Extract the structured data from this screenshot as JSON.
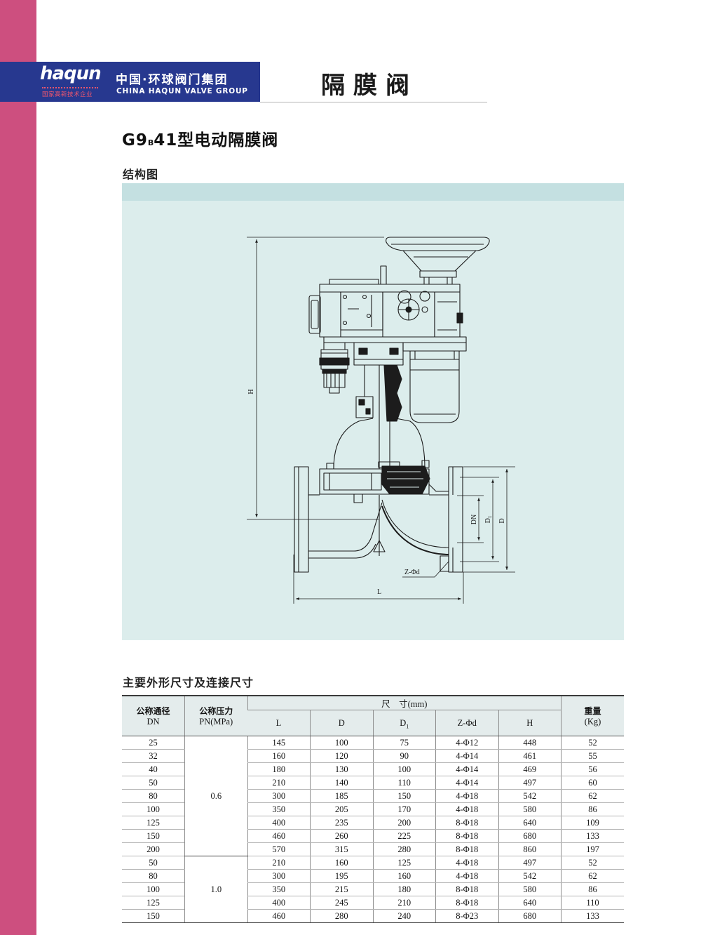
{
  "header": {
    "logo_text": "haqun",
    "logo_tagline": "国家高新技术企业",
    "company_cn": "中国·环球阀门集团",
    "company_en": "CHINA HAQUN VALVE GROUP",
    "page_title": "隔膜阀"
  },
  "product": {
    "model_prefix": "G9",
    "model_sub": "B",
    "model_suffix": "41型电动隔膜阀"
  },
  "drawing": {
    "section_title": "结构图",
    "labels": {
      "H": "H",
      "DN": "DN",
      "D1_main": "D",
      "D1_sub": "1",
      "D": "D",
      "Zd": "Z-Φd",
      "L": "L"
    }
  },
  "table": {
    "section_title": "主要外形尺寸及连接尺寸",
    "headers": {
      "dn_cn": "公称通径",
      "dn_en": "DN",
      "pn_cn": "公称压力",
      "pn_en": "PN(MPa)",
      "dims": "尺　寸(mm)",
      "L": "L",
      "D": "D",
      "D1_main": "D",
      "D1_sub": "1",
      "Zd": "Z-Φd",
      "H": "H",
      "weight_cn": "重量",
      "weight_en": "(Kg)"
    },
    "groups": [
      {
        "pn": "0.6",
        "rows": [
          {
            "dn": "25",
            "L": "145",
            "D": "100",
            "D1": "75",
            "Zd": "4-Φ12",
            "H": "448",
            "weight": "52"
          },
          {
            "dn": "32",
            "L": "160",
            "D": "120",
            "D1": "90",
            "Zd": "4-Φ14",
            "H": "461",
            "weight": "55"
          },
          {
            "dn": "40",
            "L": "180",
            "D": "130",
            "D1": "100",
            "Zd": "4-Φ14",
            "H": "469",
            "weight": "56"
          },
          {
            "dn": "50",
            "L": "210",
            "D": "140",
            "D1": "110",
            "Zd": "4-Φ14",
            "H": "497",
            "weight": "60"
          },
          {
            "dn": "80",
            "L": "300",
            "D": "185",
            "D1": "150",
            "Zd": "4-Φ18",
            "H": "542",
            "weight": "62"
          },
          {
            "dn": "100",
            "L": "350",
            "D": "205",
            "D1": "170",
            "Zd": "4-Φ18",
            "H": "580",
            "weight": "86"
          },
          {
            "dn": "125",
            "L": "400",
            "D": "235",
            "D1": "200",
            "Zd": "8-Φ18",
            "H": "640",
            "weight": "109"
          },
          {
            "dn": "150",
            "L": "460",
            "D": "260",
            "D1": "225",
            "Zd": "8-Φ18",
            "H": "680",
            "weight": "133"
          },
          {
            "dn": "200",
            "L": "570",
            "D": "315",
            "D1": "280",
            "Zd": "8-Φ18",
            "H": "860",
            "weight": "197"
          }
        ]
      },
      {
        "pn": "1.0",
        "rows": [
          {
            "dn": "50",
            "L": "210",
            "D": "160",
            "D1": "125",
            "Zd": "4-Φ18",
            "H": "497",
            "weight": "52"
          },
          {
            "dn": "80",
            "L": "300",
            "D": "195",
            "D1": "160",
            "Zd": "4-Φ18",
            "H": "542",
            "weight": "62"
          },
          {
            "dn": "100",
            "L": "350",
            "D": "215",
            "D1": "180",
            "Zd": "8-Φ18",
            "H": "580",
            "weight": "86"
          },
          {
            "dn": "125",
            "L": "400",
            "D": "245",
            "D1": "210",
            "Zd": "8-Φ18",
            "H": "640",
            "weight": "110"
          },
          {
            "dn": "150",
            "L": "460",
            "D": "280",
            "D1": "240",
            "Zd": "8-Φ23",
            "H": "680",
            "weight": "133"
          }
        ]
      }
    ]
  },
  "colors": {
    "side_strip": "#cd4f7f",
    "brand_blue": "#27388f",
    "panel_band": "#c4e0e1",
    "panel": "#dcedec",
    "logo_accent": "#f0566c"
  }
}
